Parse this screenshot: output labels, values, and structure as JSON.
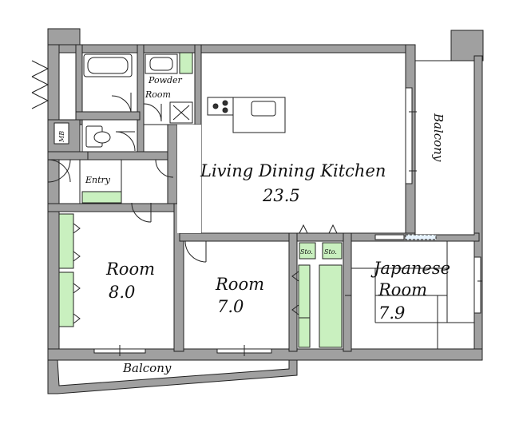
{
  "colors": {
    "wall": "#a0a0a0",
    "storage": "#c9f0bf",
    "line": "#222222",
    "fixture": "#ffffff"
  },
  "rooms": {
    "ldk": {
      "name": "Living Dining Kitchen",
      "size": "23.5"
    },
    "room_a": {
      "name": "Room",
      "size": "8.0"
    },
    "room_b": {
      "name": "Room",
      "size": "7.0"
    },
    "japanese_line1": "Japanese",
    "japanese_line2": "Room",
    "japanese_size": "7.9",
    "powder_line1": "Powder",
    "powder_line2": "Room",
    "entry": "Entry",
    "mb": "MB",
    "sto_left": "Sto.",
    "sto_right": "Sto.",
    "balcony_right": "Balcony",
    "balcony_bottom": "Balcony"
  }
}
